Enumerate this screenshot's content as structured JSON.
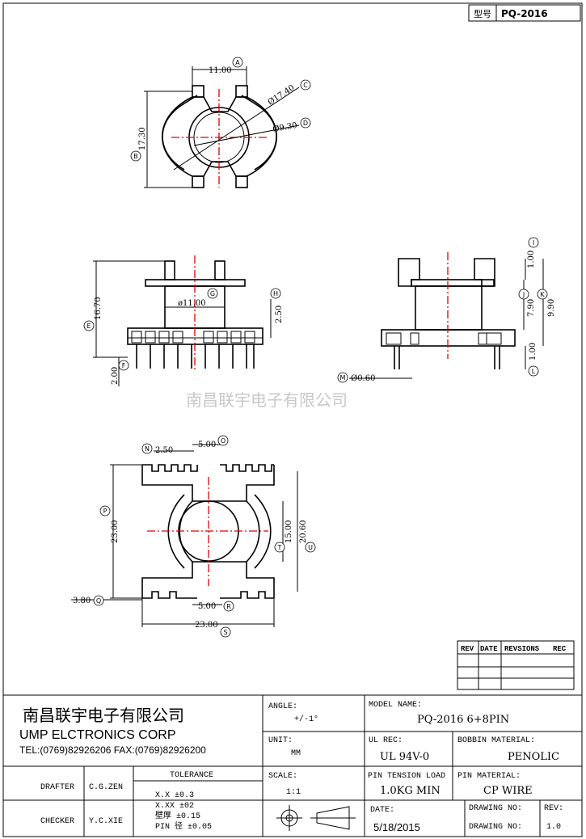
{
  "header": {
    "model_label": "型号",
    "model_value": "PQ-2016"
  },
  "watermark": "南昌联宇电子有限公司",
  "top_view": {
    "dim_width": "11.00",
    "dim_height": "17.30",
    "dim_outer_dia": "Ø17.40",
    "dim_inner_dia": "Ø9.30",
    "callouts": [
      "A",
      "B",
      "C",
      "D"
    ]
  },
  "front_view": {
    "dim_height": "16.70",
    "dim_inner": "ø11.00",
    "dim_flange": "2.50",
    "dim_pin": "2.00",
    "callouts": [
      "E",
      "F",
      "G",
      "H"
    ]
  },
  "side_view": {
    "dim_top": "1.00",
    "dim_mid": "7.90",
    "dim_total": "9.90",
    "dim_bottom": "1.00",
    "dim_pin_dia": "Ø0.60",
    "callouts": [
      "I",
      "J",
      "K",
      "L",
      "M"
    ]
  },
  "bottom_view": {
    "dim_pitch": "2.50",
    "dim_gap_top": "5.00",
    "dim_height": "23.00",
    "dim_inner": "15.00",
    "dim_slot": "20.60",
    "dim_side": "3.80",
    "dim_gap_bottom": "5.00",
    "dim_width": "23.00",
    "callouts": [
      "N",
      "O",
      "P",
      "Q",
      "R",
      "S",
      "T",
      "U"
    ]
  },
  "revision_table": {
    "headers": [
      "REV",
      "DATE",
      "REVSIONS",
      "REC"
    ]
  },
  "title_block": {
    "company_cn": "南昌联宇电子有限公司",
    "company_en": "UMP ELCTRONICS CORP",
    "contact": "TEL:(0769)82926206 FAX:(0769)82926200",
    "angle_label": "ANGLE:",
    "angle_value": "+/-1°",
    "model_name_label": "MODEL NAME:",
    "model_name_value": "PQ-2016 6+8PIN",
    "unit_label": "UNIT:",
    "unit_value": "MM",
    "ul_rec_label": "UL REC:",
    "ul_rec_value": "UL 94V-0",
    "bobbin_label": "BOBBIN MATERIAL:",
    "bobbin_value": "PENOLIC",
    "drafter_label": "DRAFTER",
    "drafter_value": "C.G.ZEN",
    "tolerance_label": "TOLERANCE",
    "tolerances": [
      "X.X   ±0.3",
      "X.XX  ±02",
      "壁厚   ±0.15",
      "PIN 径  ±0.05"
    ],
    "scale_label": "SCALE:",
    "scale_value": "1:1",
    "pin_tension_label": "PIN TENSION LOAD",
    "pin_tension_value": "1.0KG MIN",
    "pin_material_label": "PIN MATERIAL:",
    "pin_material_value": "CP WIRE",
    "checker_label": "CHECKER",
    "checker_value": "Y.C.XIE",
    "date_label": "DATE:",
    "date_value": "5/18/2015",
    "drawing_no_label": "DRAWING NO:",
    "drawing_no_label2": "DRAWING NO:",
    "rev_label": "REV:",
    "rev_value": "1.0"
  }
}
